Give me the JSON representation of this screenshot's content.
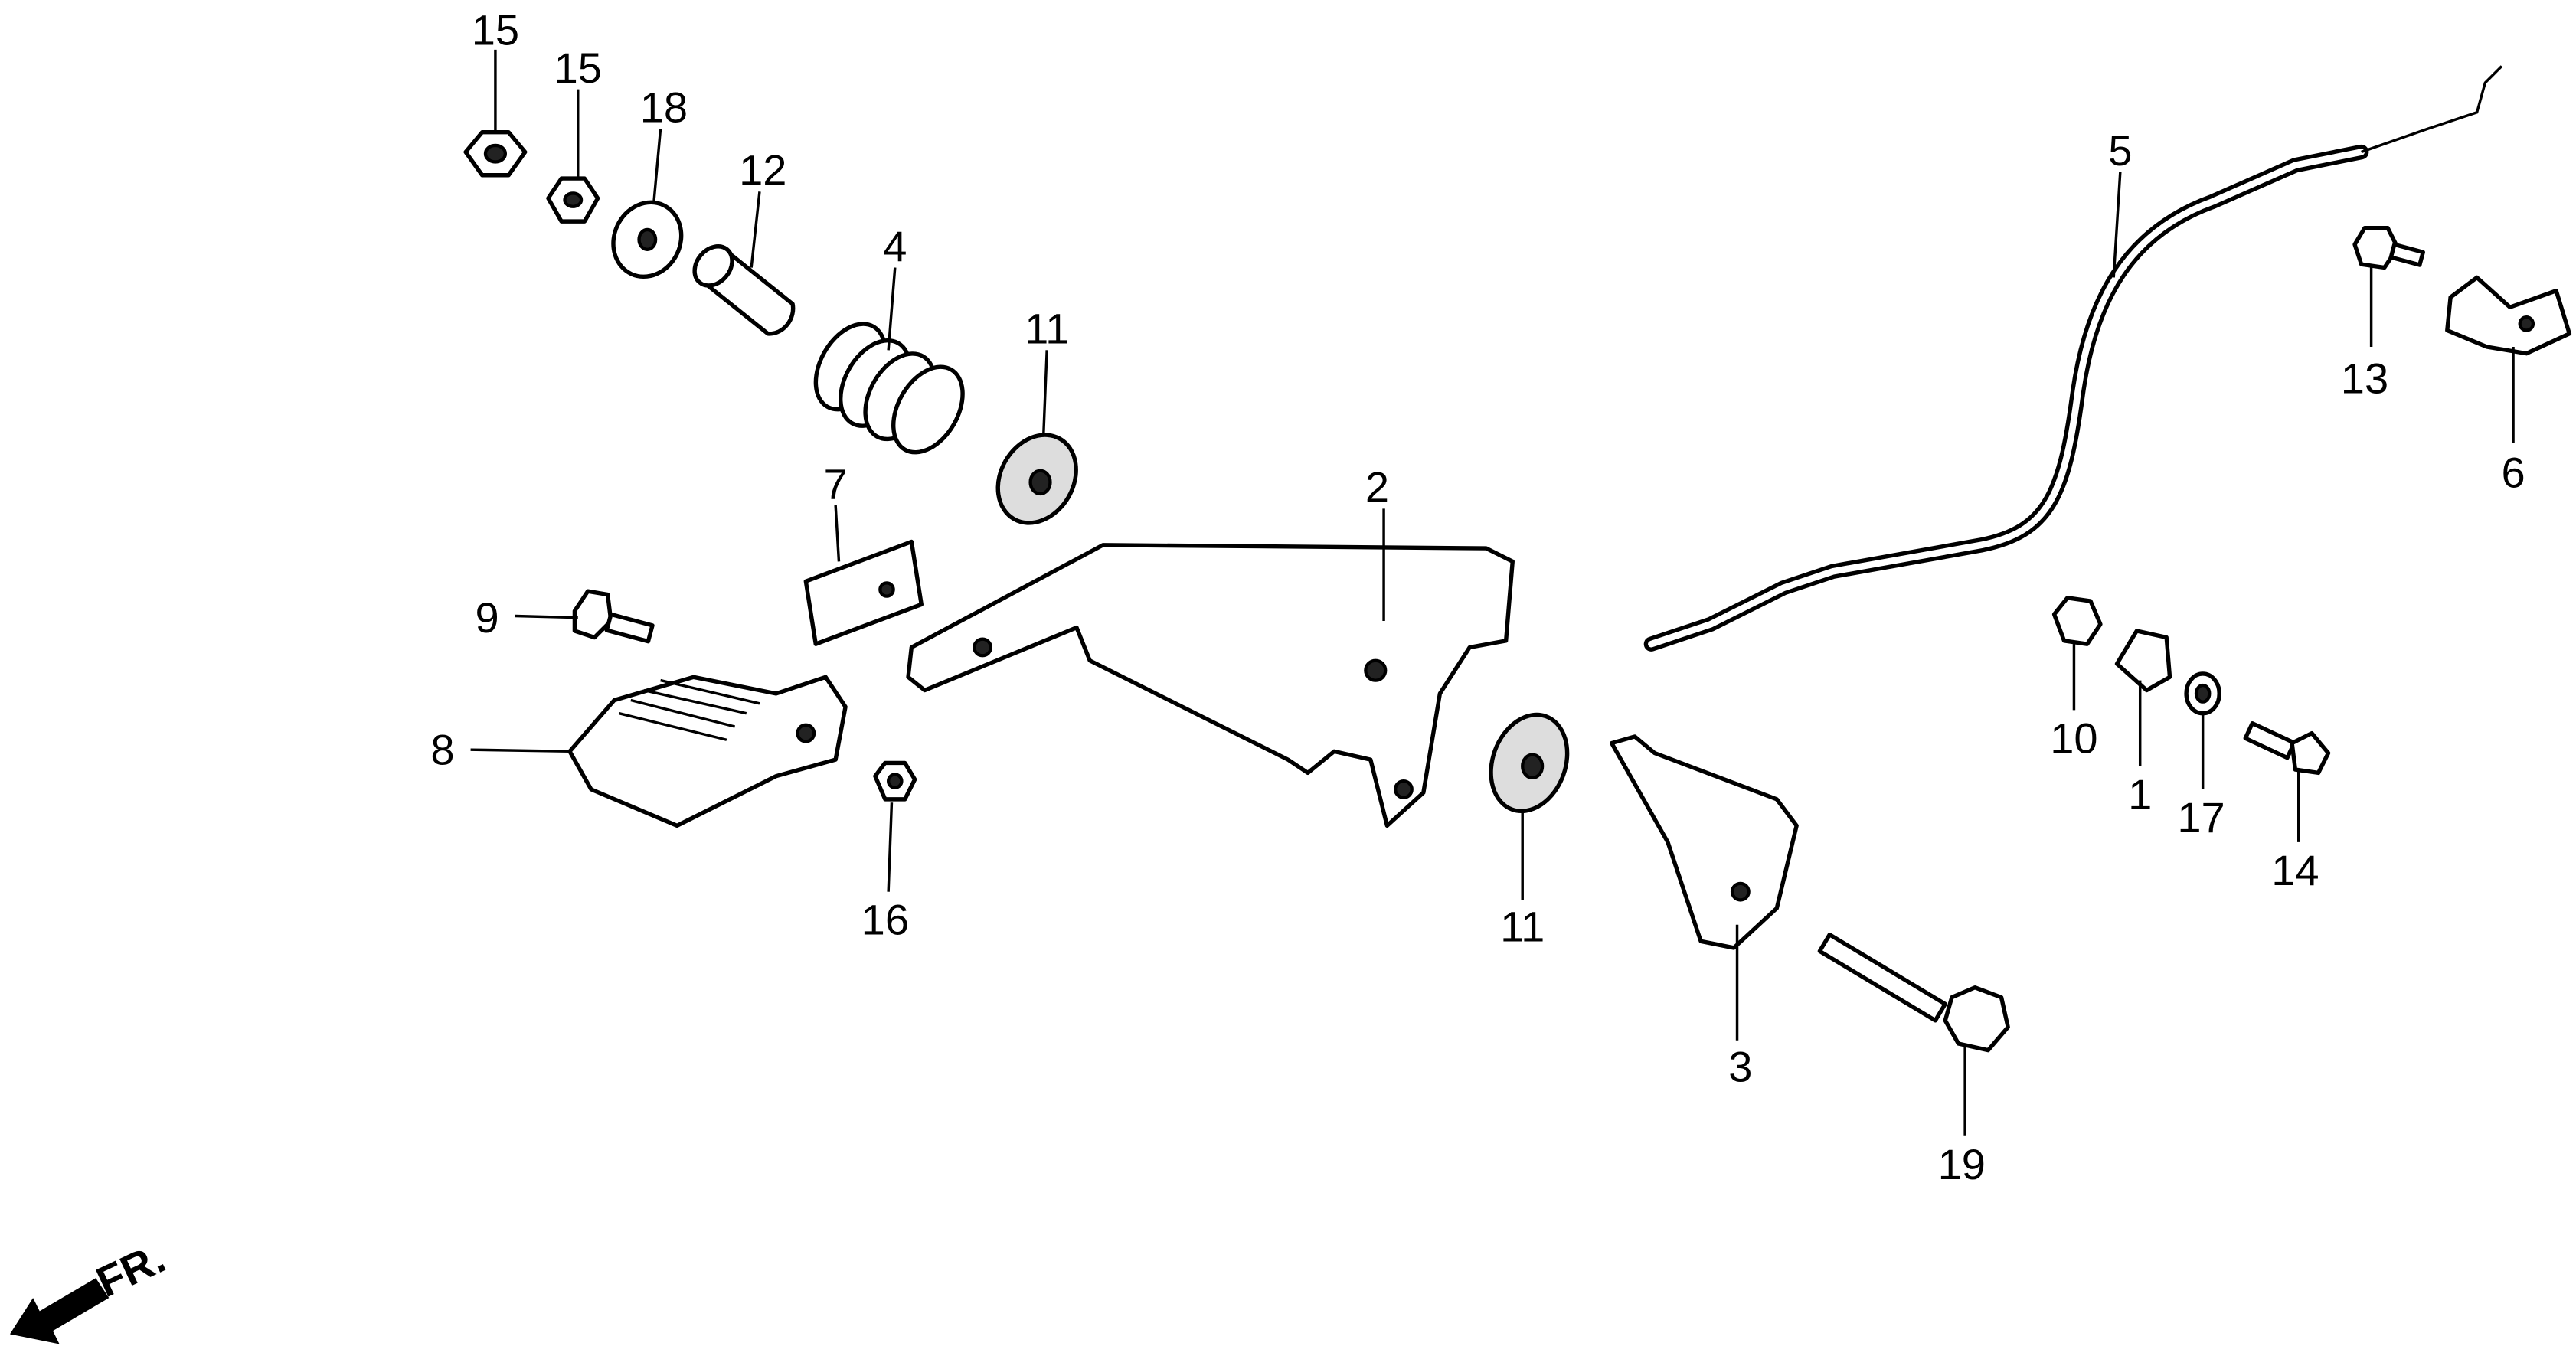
{
  "diagram": {
    "type": "exploded parts diagram",
    "callouts": {
      "p15a": "15",
      "p15b": "15",
      "p18": "18",
      "p12": "12",
      "p4": "4",
      "p11a": "11",
      "p7": "7",
      "p2": "2",
      "p9": "9",
      "p8": "8",
      "p16": "16",
      "p11b": "11",
      "p3": "3",
      "p19": "19",
      "p5": "5",
      "p13": "13",
      "p6": "6",
      "p10": "10",
      "p1": "1",
      "p17": "17",
      "p14": "14"
    },
    "direction_label": "FR."
  }
}
